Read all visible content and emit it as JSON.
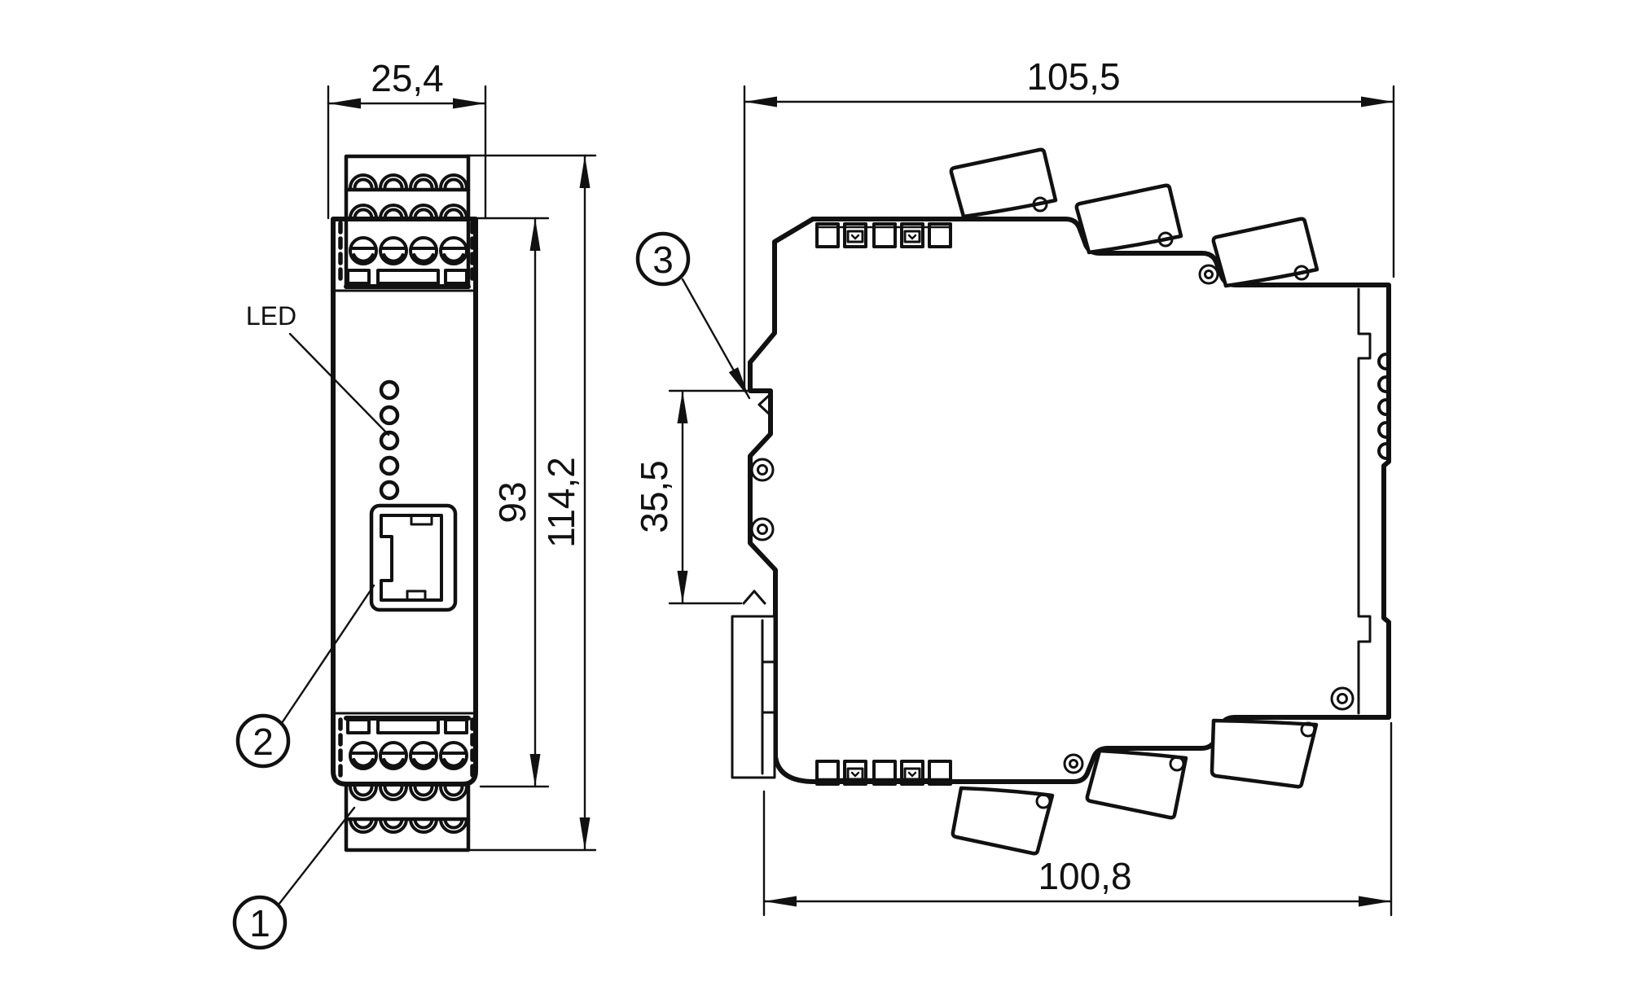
{
  "drawing": {
    "background": "#ffffff",
    "line_color": "#111111",
    "type": "technical dimension drawing, DIN-rail device, front and side views"
  },
  "front_view": {
    "width_label": "25,4",
    "terminal_span_label": "93",
    "total_height_label": "114,2",
    "led_label": "LED",
    "callouts": {
      "terminal_block": "1",
      "ethernet_port": "2"
    }
  },
  "side_view": {
    "depth_label": "105,5",
    "din_recess_label": "35,5",
    "lower_depth_label": "100,8",
    "callouts": {
      "din_rail_notch": "3"
    }
  }
}
